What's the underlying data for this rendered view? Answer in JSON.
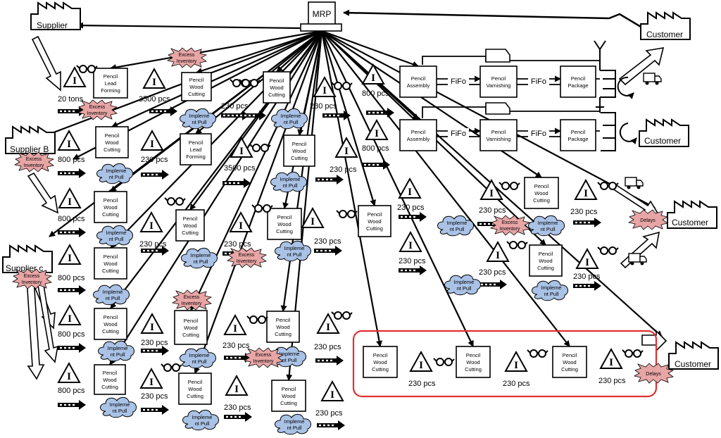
{
  "mrp": {
    "label": "MRP"
  },
  "entities": {
    "supplier": "Supplier",
    "supplier_b": "Supplier B",
    "supplier_c": "Supplier c",
    "customer_top": "Customer",
    "customer_2": "Customer",
    "customer_3": "Customer",
    "customer_4": "Customer"
  },
  "process_names": {
    "lead_forming": "Pencil Lead Forming",
    "wood_cutting": "Pencil Wood Cutting",
    "assembly": "Pencil Assembly",
    "varnishing": "Pencil Varnishing",
    "package": "Pencil Package"
  },
  "flow_labels": {
    "fifo": "FiFo"
  },
  "callouts": {
    "excess_inventory": "Excess Inventory",
    "implement_pull": "Impleme nt Pull",
    "delays": "Delays"
  },
  "inventory_labels": {
    "tons": "20 tons",
    "p3500": "3500 pcs",
    "p800": "800 pcs",
    "p230": "230 pcs"
  },
  "highlight": {
    "color": "#e03030"
  },
  "colors": {
    "kaizen_cloud": "#a9c2e6",
    "excess_burst": "#e8a5a5",
    "ink": "#000000"
  },
  "icons": [
    "factory-icon",
    "inventory-triangle-icon",
    "glasses-icon",
    "push-arrow-icon",
    "truck-icon",
    "supermarket-icon",
    "kanban-post-icon",
    "electronic-info-arrow-icon"
  ]
}
